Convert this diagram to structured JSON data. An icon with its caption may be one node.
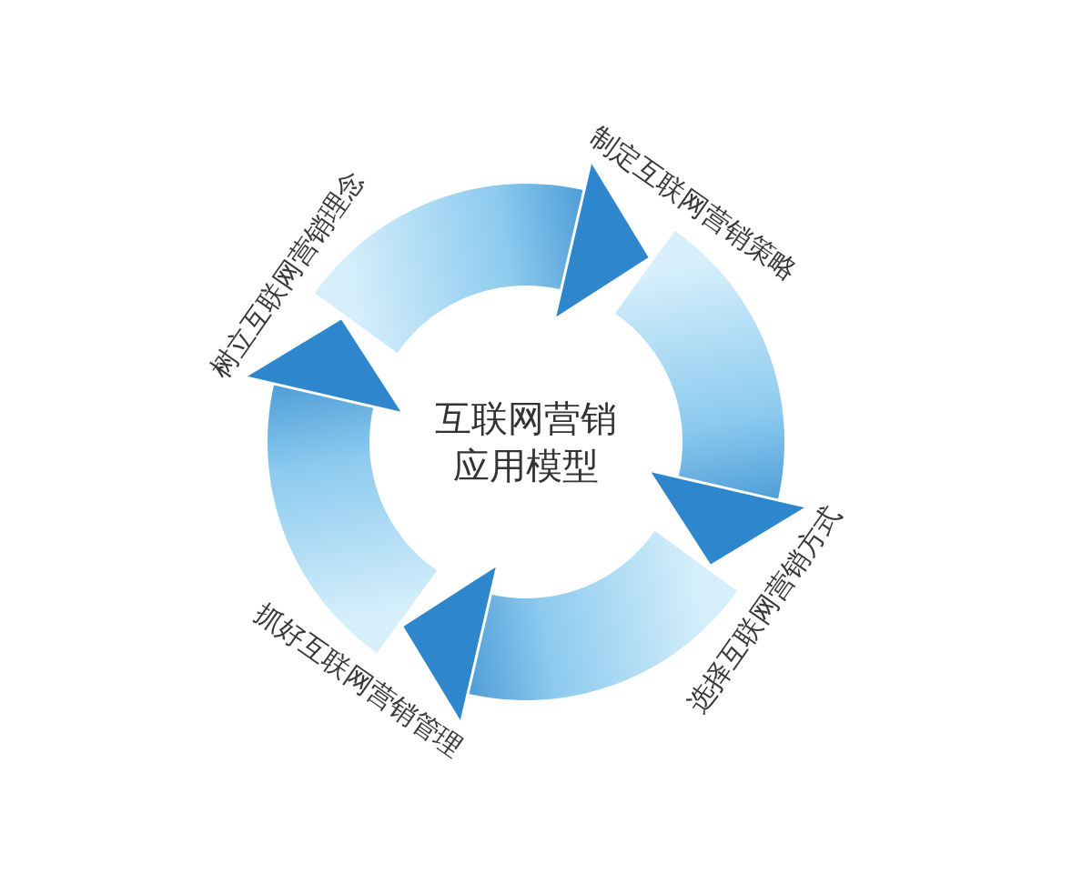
{
  "diagram": {
    "nodes": [
      {
        "text": [
          "树立互联网营销理念"
        ]
      },
      {
        "text": [
          "制定互联网营销策略"
        ]
      },
      {
        "text": [
          "选择互联网营销方式"
        ]
      },
      {
        "text": [
          "抓好互联网营销管理"
        ]
      }
    ],
    "edges": [
      {
        "from": 0,
        "to": 1,
        "arrow": "to"
      },
      {
        "from": 1,
        "to": 2,
        "arrow": "to"
      },
      {
        "from": 2,
        "to": 3,
        "arrow": "to"
      },
      {
        "from": 3,
        "to": 0,
        "arrow": "to"
      }
    ],
    "labels": [
      "互联网营销应用模型"
    ]
  }
}
